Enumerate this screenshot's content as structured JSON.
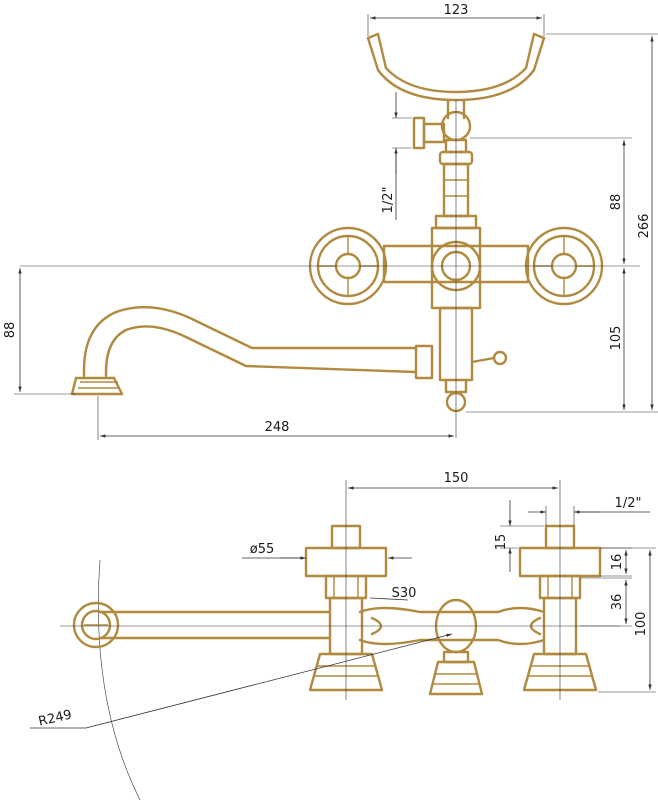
{
  "colors": {
    "metal_outline": "#b08a3e",
    "dimension_line": "#333333",
    "background": "#ffffff"
  },
  "top_view": {
    "dims": {
      "shower_holder_width": "123",
      "inlet_thread": "1/2\"",
      "holder_to_axis": "88",
      "total_height": "266",
      "axis_to_bottom": "105",
      "spout_drop": "88",
      "spout_length": "248"
    }
  },
  "bottom_view": {
    "dims": {
      "center_distance": "150",
      "inlet_thread": "1/2\"",
      "flange_diameter": "ø55",
      "wrench_size": "S30",
      "flange_height": "15",
      "flange_thickness": "16",
      "nut_height": "36",
      "body_height": "100",
      "swing_radius": "R249"
    }
  }
}
